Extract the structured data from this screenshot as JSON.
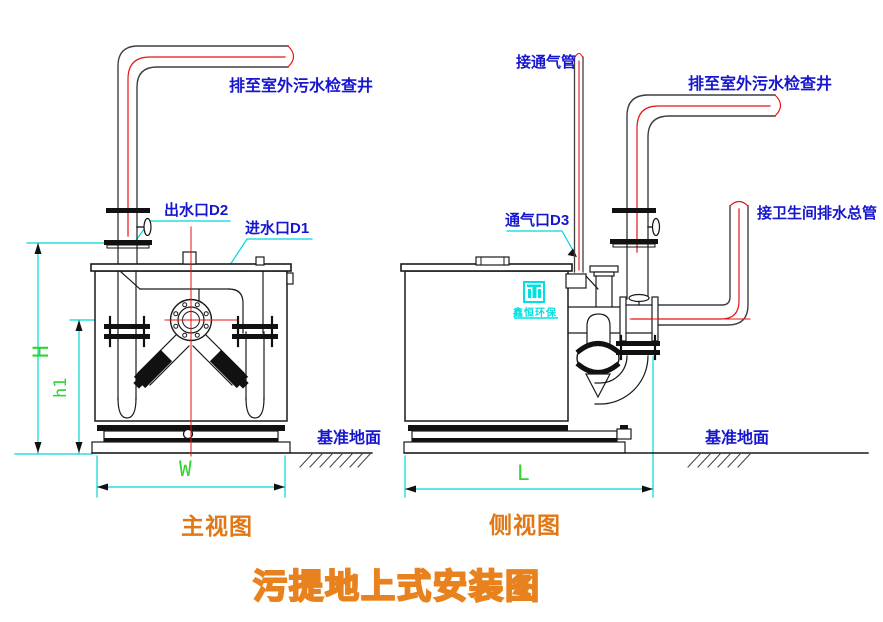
{
  "title": "污提地上式安装图",
  "colors": {
    "label_blue": "#1616cf",
    "dimension_green": "#2fd42f",
    "dimension_cyan": "#00d8d8",
    "pipe_red": "#e41414",
    "view_orange": "#e07818",
    "logo_cyan": "#00e0e0",
    "line_black": "#1a1a1a"
  },
  "front_view": {
    "name": "主视图",
    "labels": {
      "discharge": "排至室外污水检查井",
      "outlet": "出水口D2",
      "inlet": "进水口D1",
      "ground": "基准地面"
    },
    "dims": {
      "height": "H",
      "inlet_height": "h1",
      "width": "W"
    }
  },
  "side_view": {
    "name": "侧视图",
    "labels": {
      "vent_pipe": "接通气管",
      "discharge": "排至室外污水检查井",
      "vent_port": "通气口D3",
      "toilet_main": "接卫生间排水总管",
      "ground": "基准地面"
    },
    "dims": {
      "length": "L"
    },
    "logo_text": "鑫恒环保"
  }
}
